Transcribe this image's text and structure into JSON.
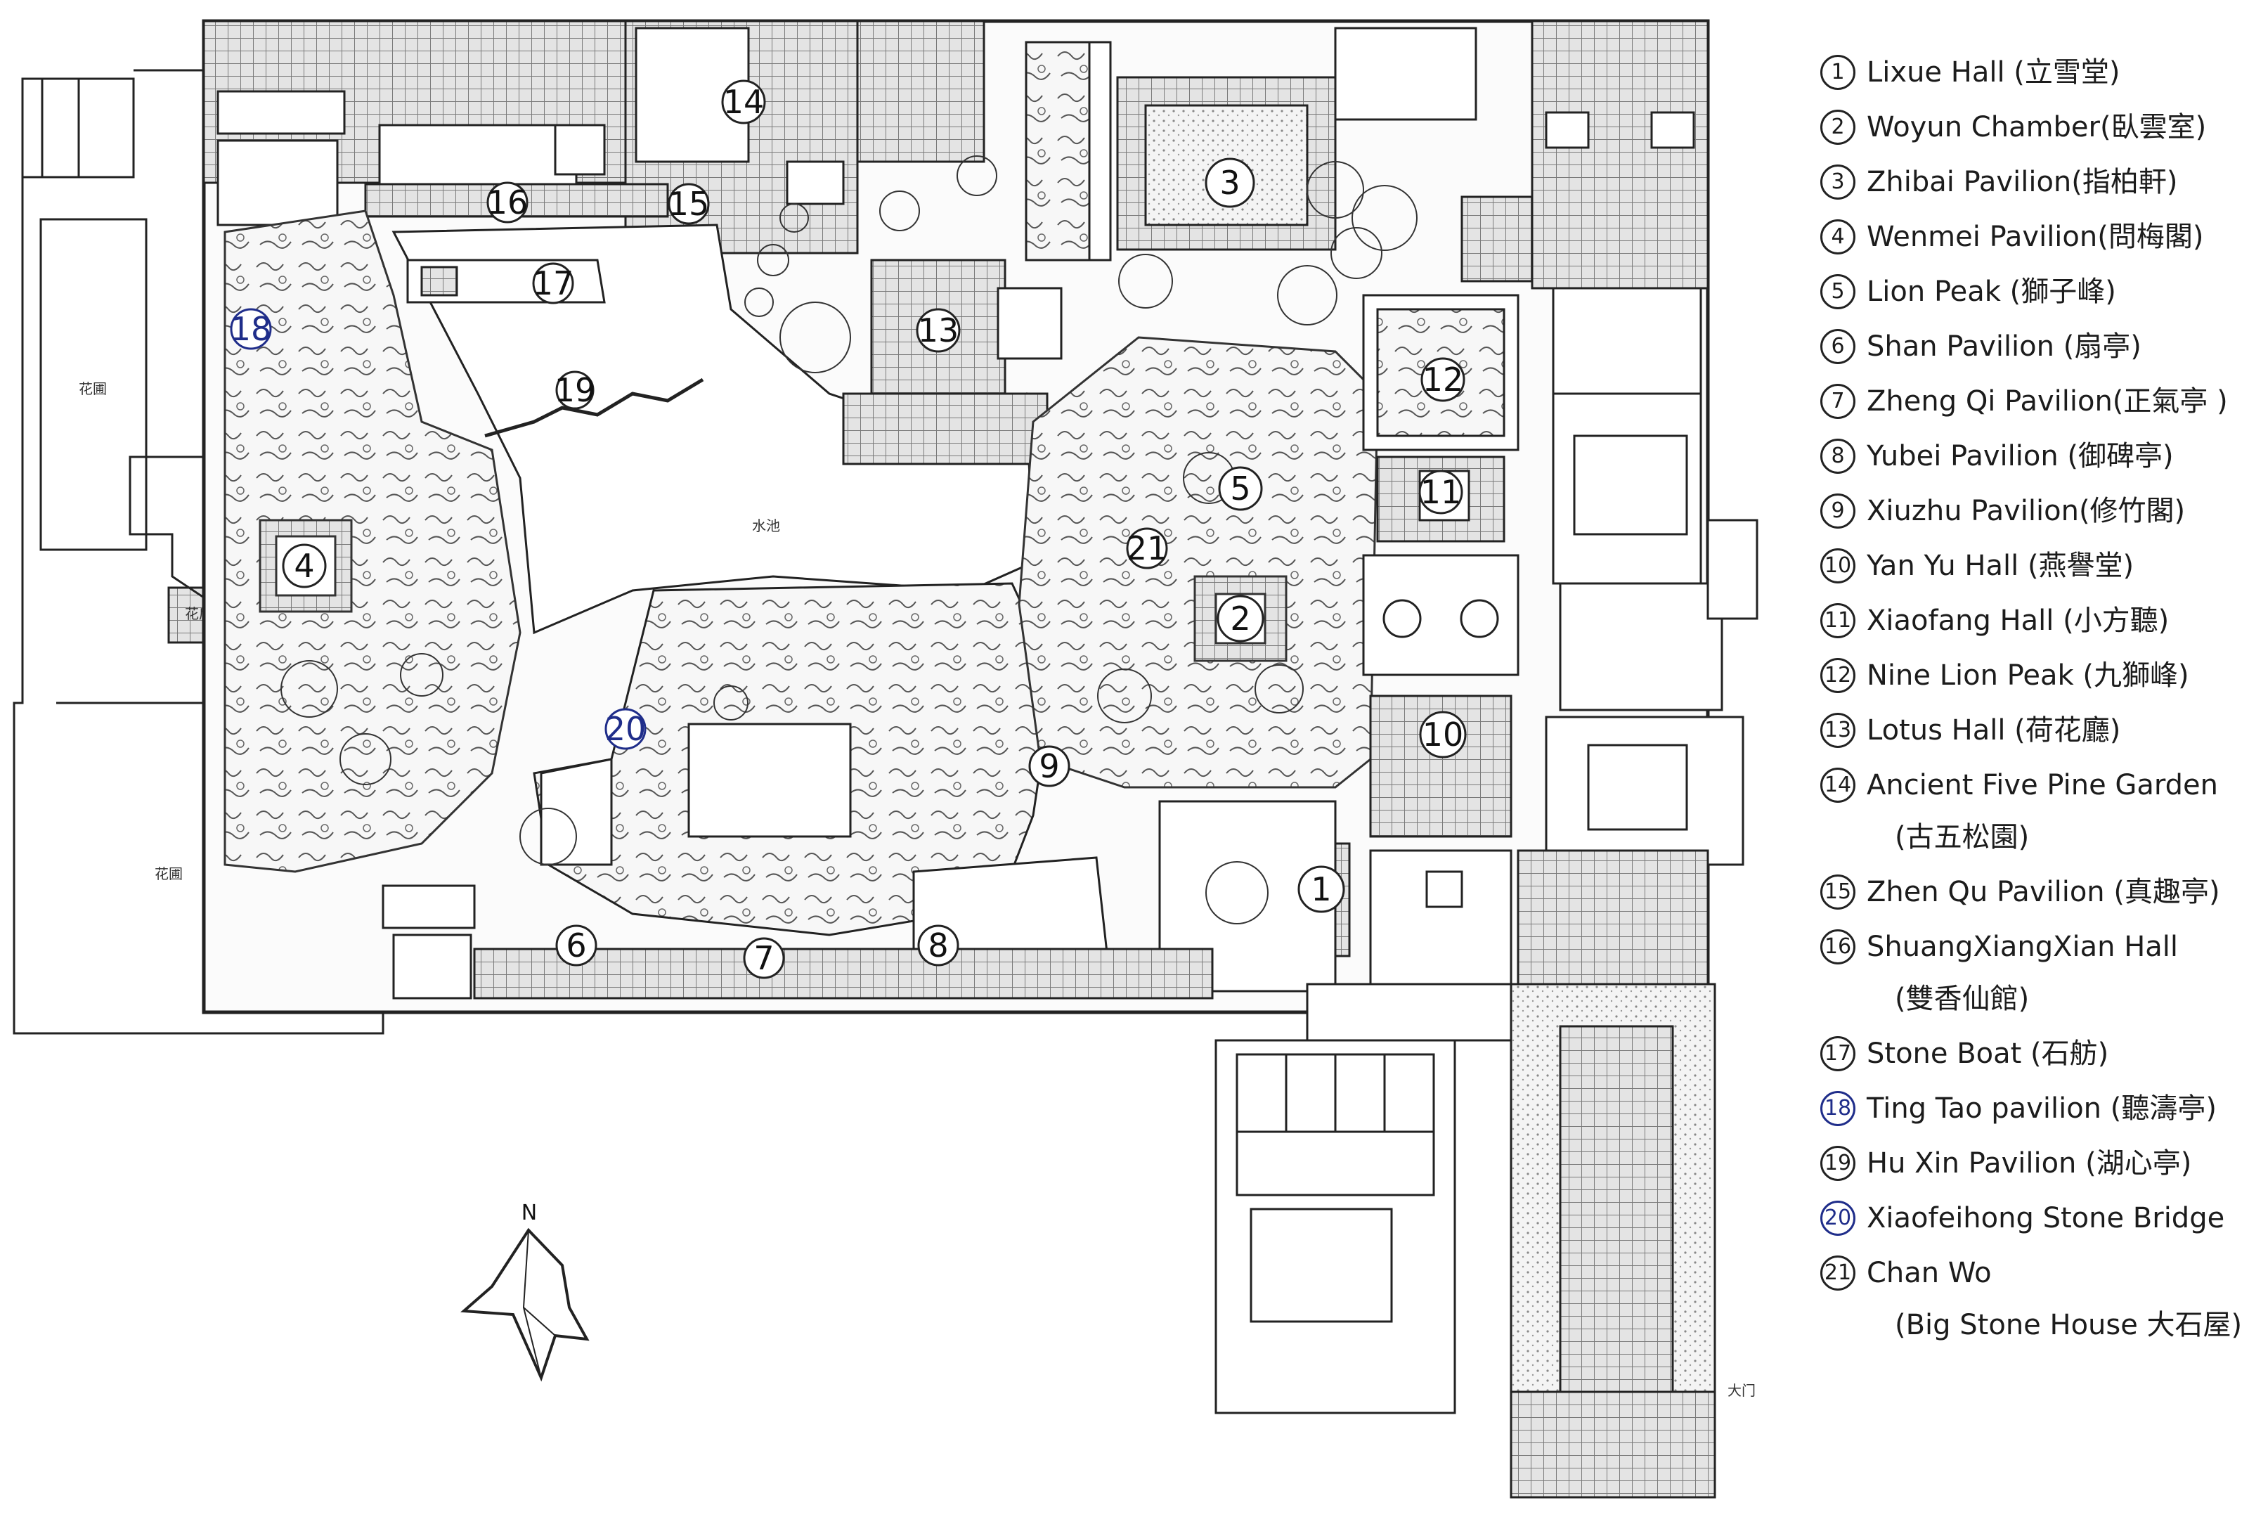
{
  "legend": [
    {
      "num": "1",
      "label": "Lixue Hall (立雪堂)",
      "blue": false
    },
    {
      "num": "2",
      "label": "Woyun Chamber(臥雲室)",
      "blue": false
    },
    {
      "num": "3",
      "label": "Zhibai Pavilion(指柏軒)",
      "blue": false
    },
    {
      "num": "4",
      "label": "Wenmei Pavilion(問梅閣)",
      "blue": false
    },
    {
      "num": "5",
      "label": "Lion Peak (獅子峰)",
      "blue": false
    },
    {
      "num": "6",
      "label": "Shan Pavilion (扇亭)",
      "blue": false
    },
    {
      "num": "7",
      "label": "Zheng Qi Pavilion(正氣亭 )",
      "blue": false
    },
    {
      "num": "8",
      "label": "Yubei Pavilion (御碑亭)",
      "blue": false
    },
    {
      "num": "9",
      "label": "Xiuzhu Pavilion(修竹閣)",
      "blue": false
    },
    {
      "num": "10",
      "label": "Yan Yu Hall (燕譽堂)",
      "blue": false
    },
    {
      "num": "11",
      "label": "Xiaofang Hall (小方聽)",
      "blue": false
    },
    {
      "num": "12",
      "label": "Nine Lion Peak (九獅峰)",
      "blue": false
    },
    {
      "num": "13",
      "label": "Lotus Hall (荷花廳)",
      "blue": false
    },
    {
      "num": "14",
      "label": "Ancient Five Pine Garden",
      "sub": "(古五松園)",
      "blue": false
    },
    {
      "num": "15",
      "label": "Zhen Qu Pavilion (真趣亭)",
      "blue": false
    },
    {
      "num": "16",
      "label": "ShuangXiangXian Hall",
      "sub": "(雙香仙館)",
      "blue": false
    },
    {
      "num": "17",
      "label": "Stone Boat (石舫)",
      "blue": false
    },
    {
      "num": "18",
      "label": "Ting Tao pavilion (聽濤亭)",
      "blue": true
    },
    {
      "num": "19",
      "label": "Hu Xin Pavilion (湖心亭)",
      "blue": false
    },
    {
      "num": "20",
      "label": "Xiaofeihong Stone Bridge",
      "blue": true
    },
    {
      "num": "21",
      "label": "Chan Wo",
      "sub": "(Big Stone House 大石屋)",
      "blue": false
    }
  ],
  "markers": [
    {
      "num": "1",
      "blue": false
    },
    {
      "num": "2",
      "blue": false
    },
    {
      "num": "3",
      "blue": false
    },
    {
      "num": "4",
      "blue": false
    },
    {
      "num": "5",
      "blue": false
    },
    {
      "num": "6",
      "blue": false
    },
    {
      "num": "7",
      "blue": false
    },
    {
      "num": "8",
      "blue": false
    },
    {
      "num": "9",
      "blue": false
    },
    {
      "num": "10",
      "blue": false
    },
    {
      "num": "11",
      "blue": false
    },
    {
      "num": "12",
      "blue": false
    },
    {
      "num": "13",
      "blue": false
    },
    {
      "num": "14",
      "blue": false
    },
    {
      "num": "15",
      "blue": false
    },
    {
      "num": "16",
      "blue": false
    },
    {
      "num": "17",
      "blue": false
    },
    {
      "num": "18",
      "blue": true
    },
    {
      "num": "19",
      "blue": false
    },
    {
      "num": "20",
      "blue": true
    },
    {
      "num": "21",
      "blue": false
    }
  ],
  "map_labels": {
    "lake": "水池",
    "flower_bed": "花圃",
    "flower_house": "花房",
    "main_gate": "大门",
    "north": "N"
  },
  "colors": {
    "ink": "#222222",
    "hatch": "#8a8a8a",
    "paper": "#ffffff",
    "highlight": "#1f2d8a"
  }
}
